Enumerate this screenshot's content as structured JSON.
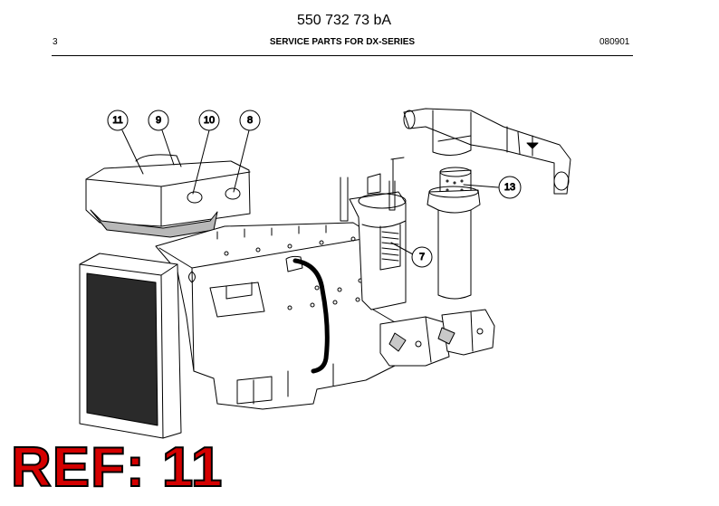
{
  "header": {
    "doc_number": "550 732 73 bA",
    "page_number": "3",
    "title": "SERVICE PARTS FOR DX-SERIES",
    "date_code": "080901"
  },
  "callouts": [
    "11",
    "9",
    "10",
    "8",
    "13",
    "7"
  ],
  "ref_label": "REF: 11",
  "colors": {
    "ref_label": "#d40000",
    "ref_outline": "#000000",
    "line": "#000000",
    "radiator": "#2a2a2a"
  }
}
